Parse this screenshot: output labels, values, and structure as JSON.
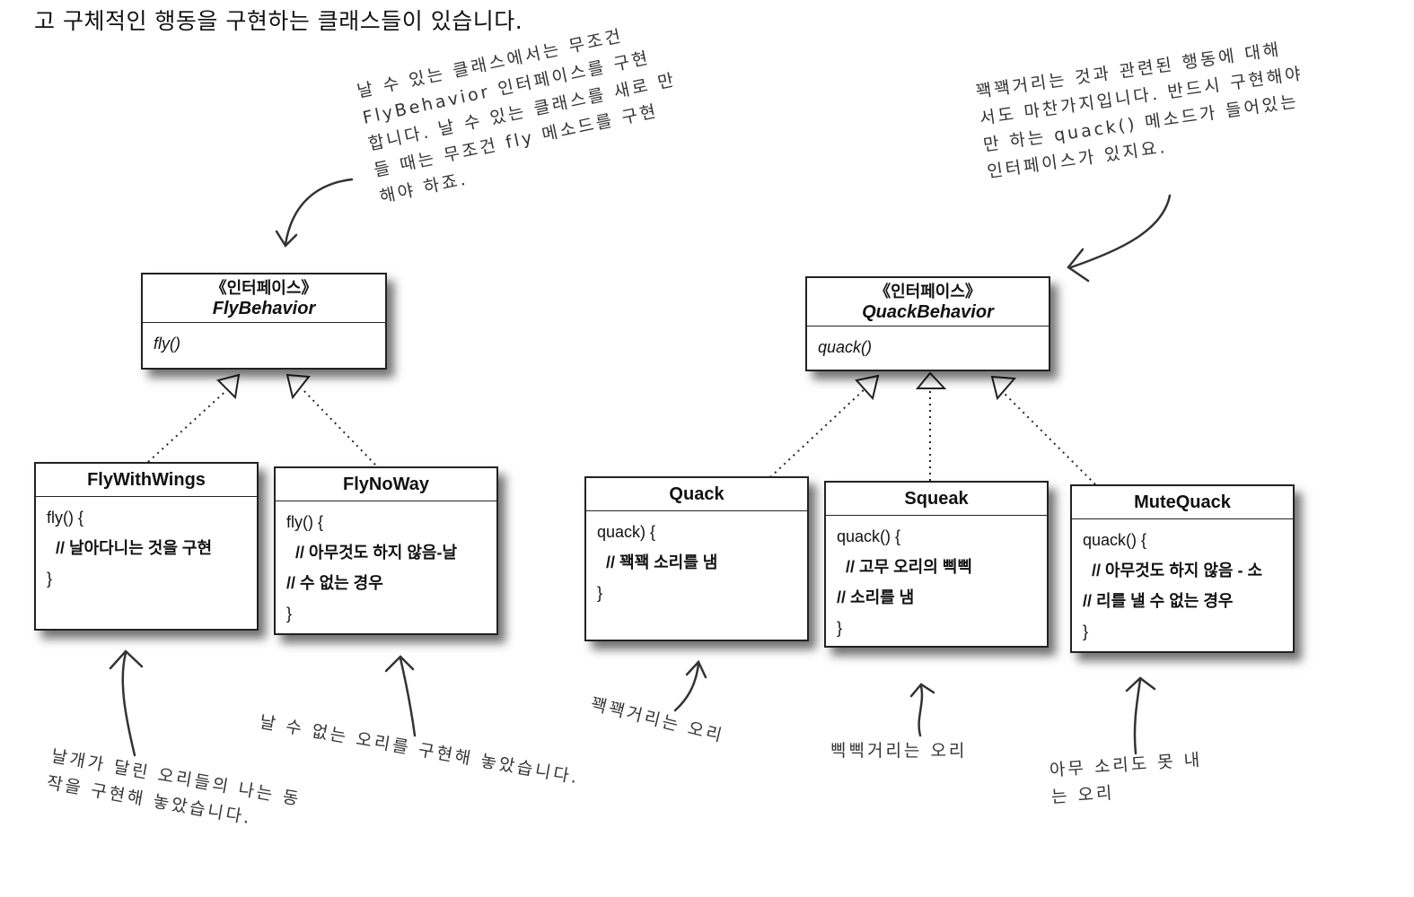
{
  "intro_text": "고 구체적인 행동을 구현하는 클래스들이 있습니다.",
  "interfaces": {
    "fly": {
      "stereotype": "《인터페이스》",
      "name": "FlyBehavior",
      "method": "fly()"
    },
    "quack": {
      "stereotype": "《인터페이스》",
      "name": "QuackBehavior",
      "method": "quack()"
    }
  },
  "classes": {
    "fly_with_wings": {
      "name": "FlyWithWings",
      "lines": [
        "fly() {",
        "// 날아다니는 것을 구현",
        "}"
      ]
    },
    "fly_no_way": {
      "name": "FlyNoWay",
      "lines": [
        "fly() {",
        "// 아무것도 하지 않음-날",
        "// 수 없는 경우",
        "}"
      ]
    },
    "quack": {
      "name": "Quack",
      "lines": [
        "quack) {",
        "// 꽥꽥 소리를 냄",
        "}"
      ]
    },
    "squeak": {
      "name": "Squeak",
      "lines": [
        "quack() {",
        "// 고무 오리의 삑삑",
        "// 소리를 냄",
        "}"
      ]
    },
    "mute_quack": {
      "name": "MuteQuack",
      "lines": [
        "quack() {",
        "// 아무것도 하지 않음 - 소",
        "// 리를 낼 수 없는 경우",
        "}"
      ]
    }
  },
  "notes": {
    "fly_note": [
      "날 수 있는 클래스에서는 무조건",
      "FlyBehavior 인터페이스를 구현",
      "합니다. 날 수 있는 클래스를 새로 만",
      "들 때는 무조건 fly 메소드를 구현",
      "해야 하죠."
    ],
    "quack_note": [
      "꽥꽥거리는 것과 관련된 행동에 대해",
      "서도 마찬가지입니다. 반드시 구현해야",
      "만 하는 quack() 메소드가 들어있는",
      "인터페이스가 있지요."
    ],
    "wings_note": [
      "날개가 달린 오리들의 나는 동",
      "작을 구현해 놓았습니다."
    ],
    "noway_note": [
      "날 수 없는 오리를 구현해 놓았습니다."
    ],
    "quack_class_note": [
      "꽥꽥거리는 오리"
    ],
    "squeak_note": [
      "삑삑거리는 오리"
    ],
    "mute_note": [
      "아무 소리도 못 내",
      "는 오리"
    ]
  }
}
